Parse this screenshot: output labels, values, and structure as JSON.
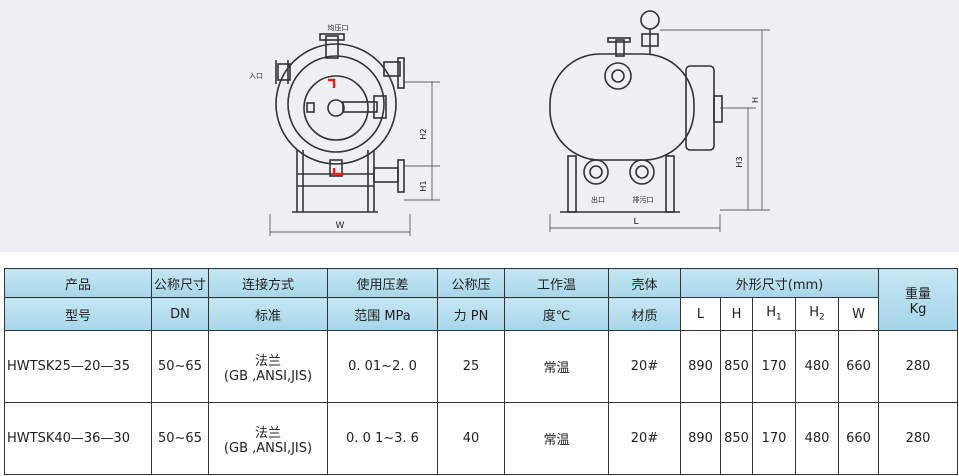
{
  "drawing": {
    "front": {
      "pressure_inlet_label": "均压口",
      "inlet_label": "入口",
      "dim_w": "W",
      "dim_h1": "H1",
      "dim_h2": "H2"
    },
    "side": {
      "outlet_label": "出口",
      "drain_label": "排污口",
      "dim_l": "L",
      "dim_h": "H",
      "dim_h3": "H3"
    }
  },
  "table": {
    "header": {
      "product_line1": "产品",
      "nominal_size_line1": "公称尺寸",
      "connection_line1": "连接方式",
      "pressure_diff_line1": "使用压差",
      "nominal_pressure_line1": "公称压",
      "work_temp_line1": "工作温",
      "shell_line1": "壳体",
      "outer_dims": "外形尺寸(mm)",
      "weight_line1": "重量",
      "weight_line2": "Kg",
      "product_line2": "型号",
      "nominal_size_line2": "DN",
      "connection_line2": "标准",
      "pressure_diff_line2": "范围 MPa",
      "nominal_pressure_line2": "力 PN",
      "work_temp_line2": "度℃",
      "shell_line2": "材质",
      "dim_L": "L",
      "dim_H": "H",
      "dim_H1": "H",
      "dim_H1_sub": "1",
      "dim_H2": "H",
      "dim_H2_sub": "2",
      "dim_W": "W"
    },
    "rows": [
      {
        "model": "HWTSK25—20—35",
        "dn": "50~65",
        "connection_line1": "法兰",
        "connection_line2": "(GB ,ANSI,JIS)",
        "pressure_range": "0. 01~2. 0",
        "pn": "25",
        "temp": "常温",
        "material": "20#",
        "L": "890",
        "H": "850",
        "H1": "170",
        "H2": "480",
        "W": "660",
        "weight": "280"
      },
      {
        "model": "HWTSK40—36—30",
        "dn": "50~65",
        "connection_line1": "法兰",
        "connection_line2": "(GB ,ANSI,JIS)",
        "pressure_range": "0. 0 1~3. 6",
        "pn": "40",
        "temp": "常温",
        "material": "20#",
        "L": "890",
        "H": "850",
        "H1": "170",
        "H2": "480",
        "W": "660",
        "weight": "280"
      }
    ]
  },
  "colors": {
    "header_blue": "#b4dcee",
    "accent_red": "#e02020"
  }
}
